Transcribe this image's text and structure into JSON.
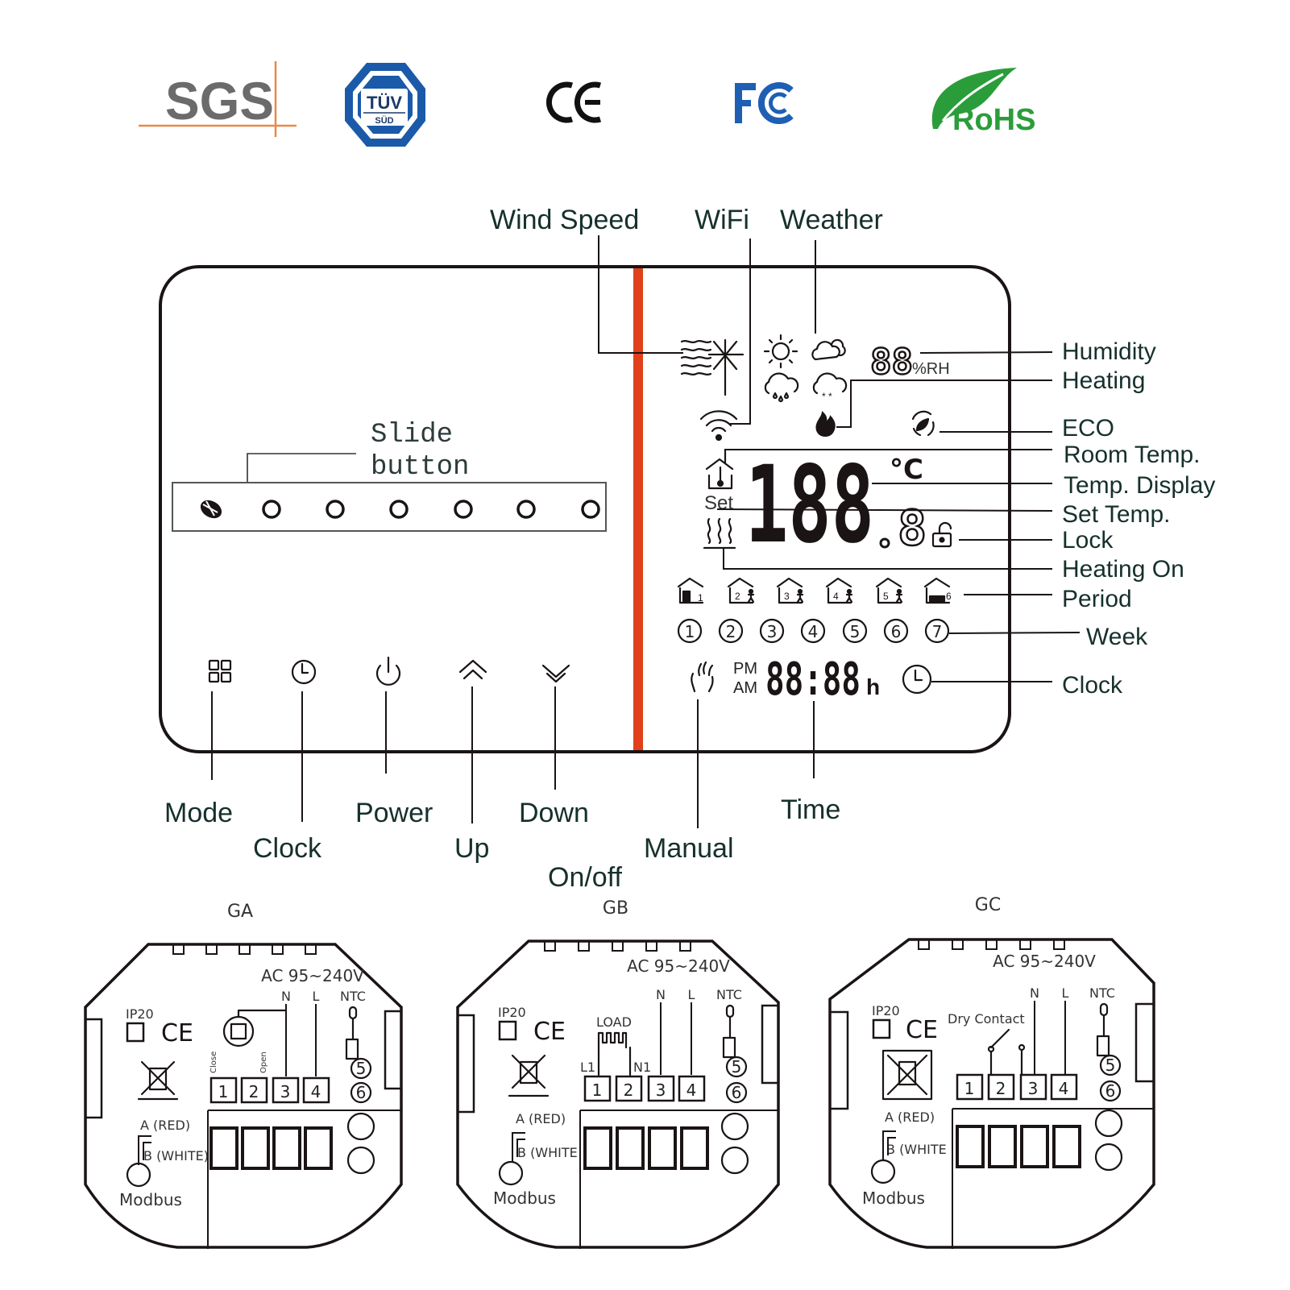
{
  "certifications": [
    {
      "name": "SGS",
      "label": "SGS",
      "color": "#6b6b6b",
      "accent": "#e8894a"
    },
    {
      "name": "TUV SUD",
      "label": "TÜV",
      "sub": "SÜD",
      "color": "#1b5aa8"
    },
    {
      "name": "CE",
      "label": "CE",
      "color": "#111111"
    },
    {
      "name": "FCC",
      "label": "FC",
      "color": "#1e5fb4"
    },
    {
      "name": "RoHS",
      "label": "RoHS",
      "color": "#2a9d3a"
    }
  ],
  "top_labels": {
    "wind_speed": "Wind Speed",
    "wifi": "WiFi",
    "weather": "Weather"
  },
  "display": {
    "humidity_digits": "88",
    "humidity_unit": "%RH",
    "temp_digits": "188",
    "temp_decimal": "8",
    "temp_unit": "°C",
    "set_label": "Set",
    "clock_pm": "PM",
    "clock_am": "AM",
    "clock_digits": "88:88",
    "clock_unit": "h",
    "periods": [
      "1",
      "2",
      "3",
      "4",
      "5",
      "6"
    ],
    "week_days": [
      "1",
      "2",
      "3",
      "4",
      "5",
      "6",
      "7"
    ]
  },
  "right_labels": {
    "humidity": "Humidity",
    "heating": "Heating",
    "eco": "ECO",
    "room_temp": "Room Temp.",
    "temp_display": "Temp. Display",
    "set_temp": "Set Temp.",
    "lock": "Lock",
    "heating_on": "Heating On",
    "period": "Period",
    "week": "Week",
    "clock": "Clock"
  },
  "slide": {
    "label_line1": "Slide",
    "label_line2": "button",
    "dot_count": 6
  },
  "bottom_labels": {
    "mode": "Mode",
    "clock": "Clock",
    "power": "Power",
    "up": "Up",
    "down": "Down",
    "manual": "Manual",
    "time": "Time",
    "on_off": "On/off"
  },
  "accent_color": "#e0401a",
  "wiring": [
    {
      "model": "GA",
      "voltage": "AC 95~240V",
      "n": "N",
      "l": "L",
      "ntc": "NTC",
      "ip": "IP20",
      "ce": "CE",
      "extra_label": "",
      "close": "Close",
      "open": "Open",
      "terminals": [
        "1",
        "2",
        "3",
        "4"
      ],
      "ntc_terminals": [
        "5",
        "6"
      ],
      "modbus_a": "A (RED)",
      "modbus_b": "B (WHITE)",
      "modbus": "Modbus"
    },
    {
      "model": "GB",
      "voltage": "AC 95~240V",
      "n": "N",
      "l": "L",
      "ntc": "NTC",
      "ip": "IP20",
      "ce": "CE",
      "extra_label": "LOAD",
      "l1": "L1",
      "n1": "N1",
      "terminals": [
        "1",
        "2",
        "3",
        "4"
      ],
      "ntc_terminals": [
        "5",
        "6"
      ],
      "modbus_a": "A (RED)",
      "modbus_b": "B (WHITE",
      "modbus": "Modbus"
    },
    {
      "model": "GC",
      "voltage": "AC 95~240V",
      "n": "N",
      "l": "L",
      "ntc": "NTC",
      "ip": "IP20",
      "ce": "CE",
      "extra_label": "Dry Contact",
      "terminals": [
        "1",
        "2",
        "3",
        "4"
      ],
      "ntc_terminals": [
        "5",
        "6"
      ],
      "modbus_a": "A (RED)",
      "modbus_b": "B (WHITE",
      "modbus": "Modbus"
    }
  ]
}
